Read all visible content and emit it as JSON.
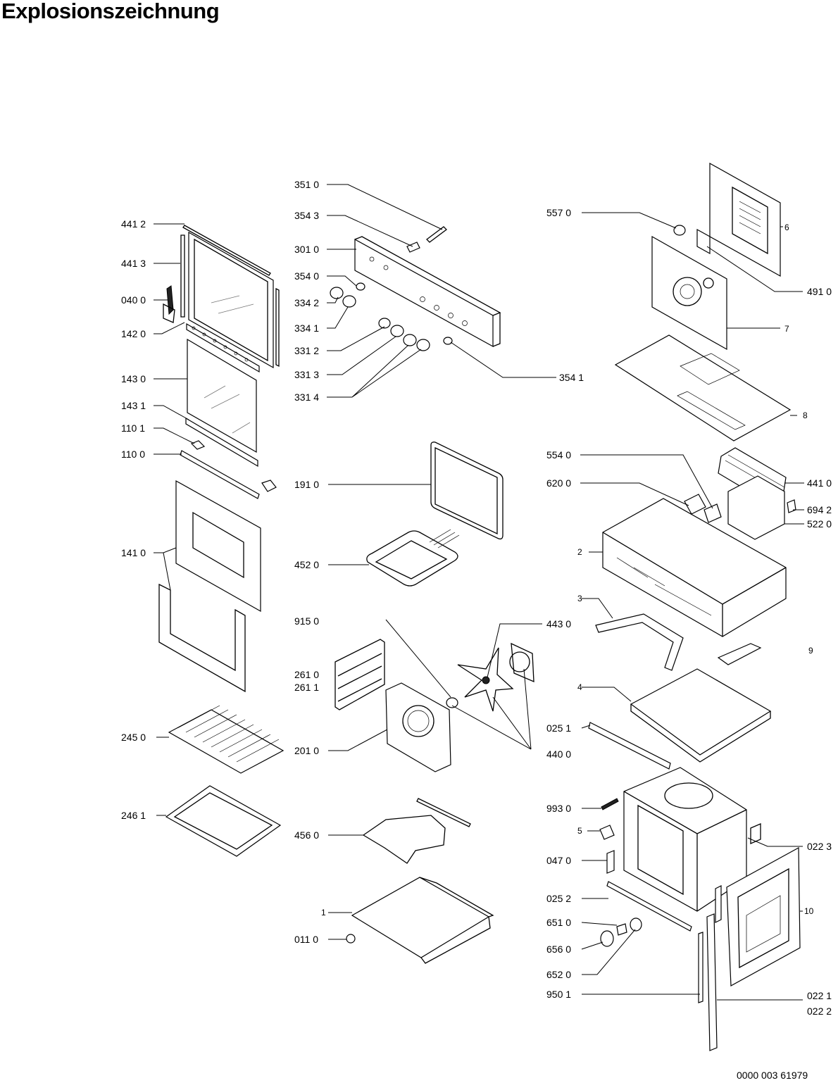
{
  "title": "Explosionszeichnung",
  "document_number": "0000 003 61979",
  "labels": {
    "p4412": "441 2",
    "p4413": "441 3",
    "p0400": "040 0",
    "p1420": "142 0",
    "p1430": "143 0",
    "p1431": "143 1",
    "p1101": "110 1",
    "p1100": "110 0",
    "p1410": "141 0",
    "p2450": "245 0",
    "p2461": "246 1",
    "p3510": "351 0",
    "p3543": "354 3",
    "p3010": "301 0",
    "p3540": "354 0",
    "p3342": "334 2",
    "p3341": "334 1",
    "p3312": "331 2",
    "p3313": "331 3",
    "p3314": "331 4",
    "p3541": "354 1",
    "p1910": "191 0",
    "p4520": "452 0",
    "p9150": "915 0",
    "p4430": "443 0",
    "p2610": "261 0",
    "p2611": "261 1",
    "p2010": "201 0",
    "p4400": "440 0",
    "p4560": "456 0",
    "p1": "1",
    "p0110": "011 0",
    "p5570": "557 0",
    "p6": "6",
    "p4910": "491 0",
    "p7": "7",
    "p8": "8",
    "p5540": "554 0",
    "p6200": "620 0",
    "p4410": "441 0",
    "p6942": "694 2",
    "p2": "2",
    "p5220": "522 0",
    "p3": "3",
    "p9": "9",
    "p4": "4",
    "p0251": "025 1",
    "p9930": "993 0",
    "p5": "5",
    "p0223": "022 3",
    "p0470": "047 0",
    "p0252": "025 2",
    "p10": "10",
    "p6510": "651 0",
    "p6560": "656 0",
    "p6520": "652 0",
    "p9501": "950 1",
    "p0221": "022 1",
    "p0222": "022 2"
  }
}
